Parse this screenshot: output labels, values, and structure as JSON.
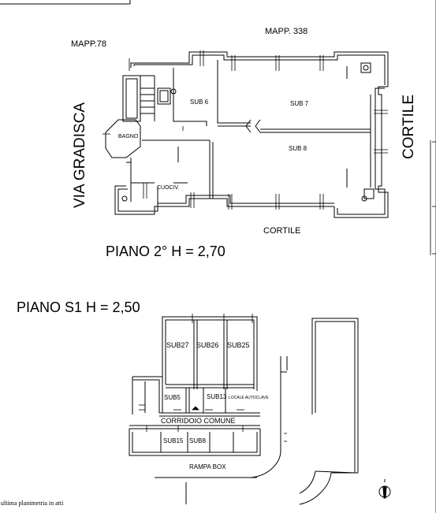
{
  "top_strip": {
    "left_text": "",
    "right_text": ""
  },
  "piano_2": {
    "title": "PIANO 2° H = 2,70",
    "mapp_78": "MAPP.78",
    "mapp_338": "MAPP. 338",
    "via": "VIA GRADISCA",
    "cortile_side": "CORTILE",
    "cortile_bottom": "CORTILE",
    "rooms": {
      "sub6": "SUB 6",
      "sub7": "SUB 7",
      "sub8": "SUB 8",
      "bagno": "BAGNO",
      "cucina": "CUOCIV."
    }
  },
  "piano_s1": {
    "title": "PIANO S1 H = 2,50",
    "rooms": {
      "sub27": "SUB27",
      "sub26": "SUB26",
      "sub25": "SUB25",
      "sub5": "SUB5",
      "sub13": "SUB13",
      "locale": "LOCALE AUTOCLAVE",
      "corridoio": "CORRIDOIO COMUNE",
      "sub15": "SUB15",
      "sub8": "SUB8",
      "rampa": "RAMPA BOX"
    }
  },
  "footer": {
    "note": "ultima planimetria in atti"
  }
}
